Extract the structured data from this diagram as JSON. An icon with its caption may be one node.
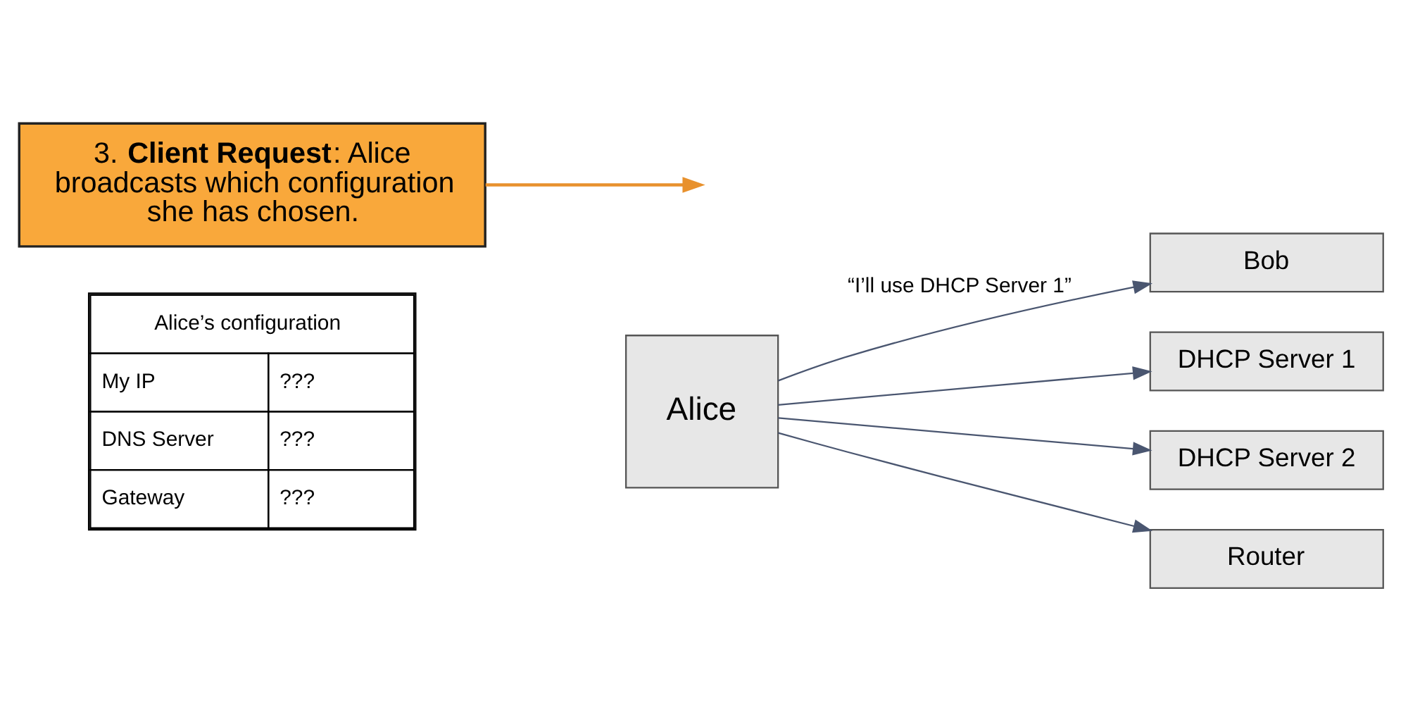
{
  "diagram": {
    "nodes": [
      {
        "text": [
          "Alice’s configuration",
          "My IP",
          "???",
          "DNS Server",
          "???",
          "Gateway",
          "???"
        ]
      },
      {
        "text": [
          "Alice"
        ]
      },
      {
        "text": [
          "Bob"
        ]
      },
      {
        "text": [
          "DHCP Server 1"
        ]
      },
      {
        "text": [
          "DHCP Server 2"
        ]
      },
      {
        "text": [
          "Router"
        ]
      },
      {
        "text": [
          "3. **Client Request**: Alice broadcasts which configuration she has chosen."
        ]
      }
    ],
    "edges": [
      {
        "from": 1,
        "to": 2,
        "arrow": "to",
        "label": "“I’ll use DHCP Server 1”"
      },
      {
        "from": 1,
        "to": 3,
        "arrow": "to"
      },
      {
        "from": 1,
        "to": 4,
        "arrow": "to"
      },
      {
        "from": 1,
        "to": 5,
        "arrow": "to"
      },
      {
        "from": 6,
        "to": null,
        "arrow": "to",
        "color": "#e8912d"
      }
    ]
  }
}
